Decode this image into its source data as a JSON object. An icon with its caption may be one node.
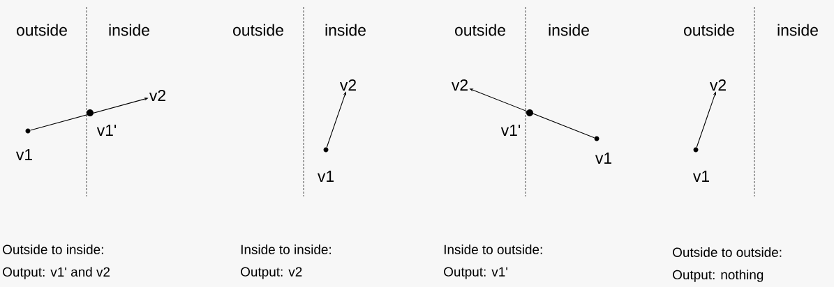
{
  "diagram": {
    "nodes": [
      {
        "text": [],
        "shape": "circle",
        "beside": [
          "v1"
        ]
      },
      {
        "text": [],
        "shape": "circle",
        "beside": [
          "v1'"
        ]
      },
      {
        "text": [
          "v2"
        ]
      },
      {
        "text": [
          "v2"
        ]
      },
      {
        "text": [],
        "shape": "circle",
        "beside": [
          "v1"
        ]
      },
      {
        "text": [
          "v2"
        ]
      },
      {
        "text": [],
        "shape": "circle",
        "beside": [
          "v1'"
        ]
      },
      {
        "text": [],
        "shape": "circle",
        "beside": [
          "v1"
        ]
      },
      {
        "text": [
          "v2"
        ]
      },
      {
        "text": [],
        "shape": "circle",
        "beside": [
          "v1"
        ]
      }
    ],
    "edges": [
      {
        "from": 0,
        "to": 2,
        "arrow": "to"
      },
      {
        "from": 4,
        "to": 3,
        "arrow": "to"
      },
      {
        "from": 7,
        "to": 5,
        "arrow": "to"
      },
      {
        "from": 9,
        "to": 8,
        "arrow": "to"
      }
    ],
    "labels": [
      "outside",
      "inside",
      "outside",
      "inside",
      "outside",
      "inside",
      "outside",
      "inside",
      "Outside to inside:",
      "Output: v1' and v2",
      "Inside to inside:",
      "Output: v2",
      "Inside to outside:",
      "Output: v1'",
      "Outside to outside:",
      "Output: nothing"
    ]
  }
}
